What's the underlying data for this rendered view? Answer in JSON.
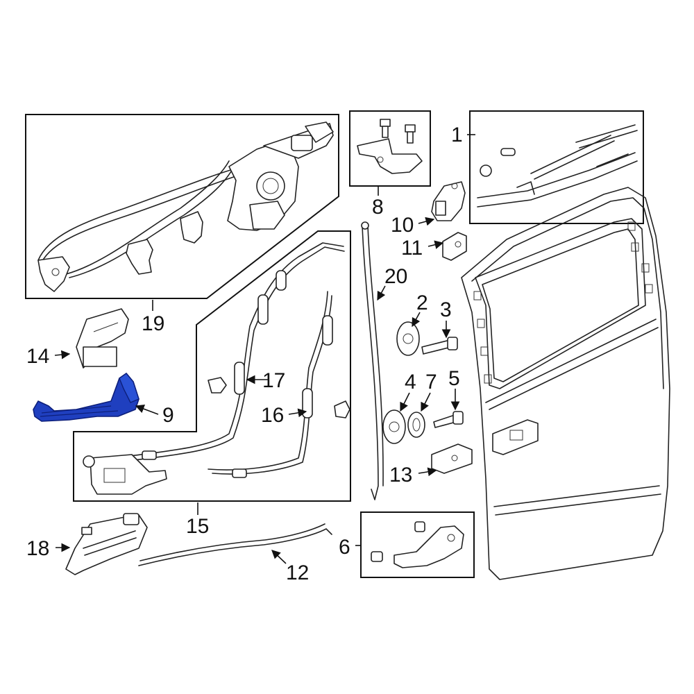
{
  "colors": {
    "line": "#222222",
    "highlight": "#1f3fbf",
    "highlight_dark": "#0d1f7a",
    "background": "#ffffff"
  },
  "highlighted_part": "9",
  "callouts": {
    "c1": "1",
    "c2": "2",
    "c3": "3",
    "c4": "4",
    "c5": "5",
    "c6": "6",
    "c7": "7",
    "c8": "8",
    "c9": "9",
    "c10": "10",
    "c11": "11",
    "c12": "12",
    "c13": "13",
    "c14": "14",
    "c15": "15",
    "c16": "16",
    "c17": "17",
    "c18": "18",
    "c19": "19",
    "c20": "20"
  }
}
